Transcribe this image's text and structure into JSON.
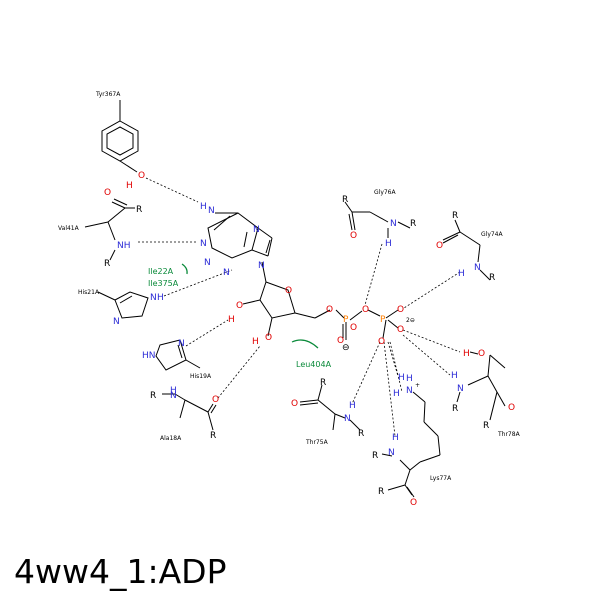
{
  "title": "4ww4_1:ADP",
  "colors": {
    "bond": "#000000",
    "nitrogen": "#2b2bd6",
    "oxygen": "#e00000",
    "phosphorus": "#ff7f00",
    "hydrophobic": "#0a8a3a"
  },
  "residues": {
    "tyr367": "Tyr367A",
    "val41": "Val41A",
    "his21": "His21A",
    "ile22": "Ile22A",
    "ile375": "Ile375A",
    "his19": "His19A",
    "ala18": "Ala18A",
    "gly76": "Gly76A",
    "gly74": "Gly74A",
    "leu404": "Leu404A",
    "thr75": "Thr75A",
    "thr78": "Thr78A",
    "lys77": "Lys77A"
  },
  "atoms": {
    "n": "N",
    "o": "O",
    "h": "H",
    "p": "P",
    "r": "R",
    "nh": "NH",
    "hn": "HN"
  },
  "charges": {
    "minus": "⊖",
    "two_minus": "2⊖",
    "plus": "+"
  }
}
